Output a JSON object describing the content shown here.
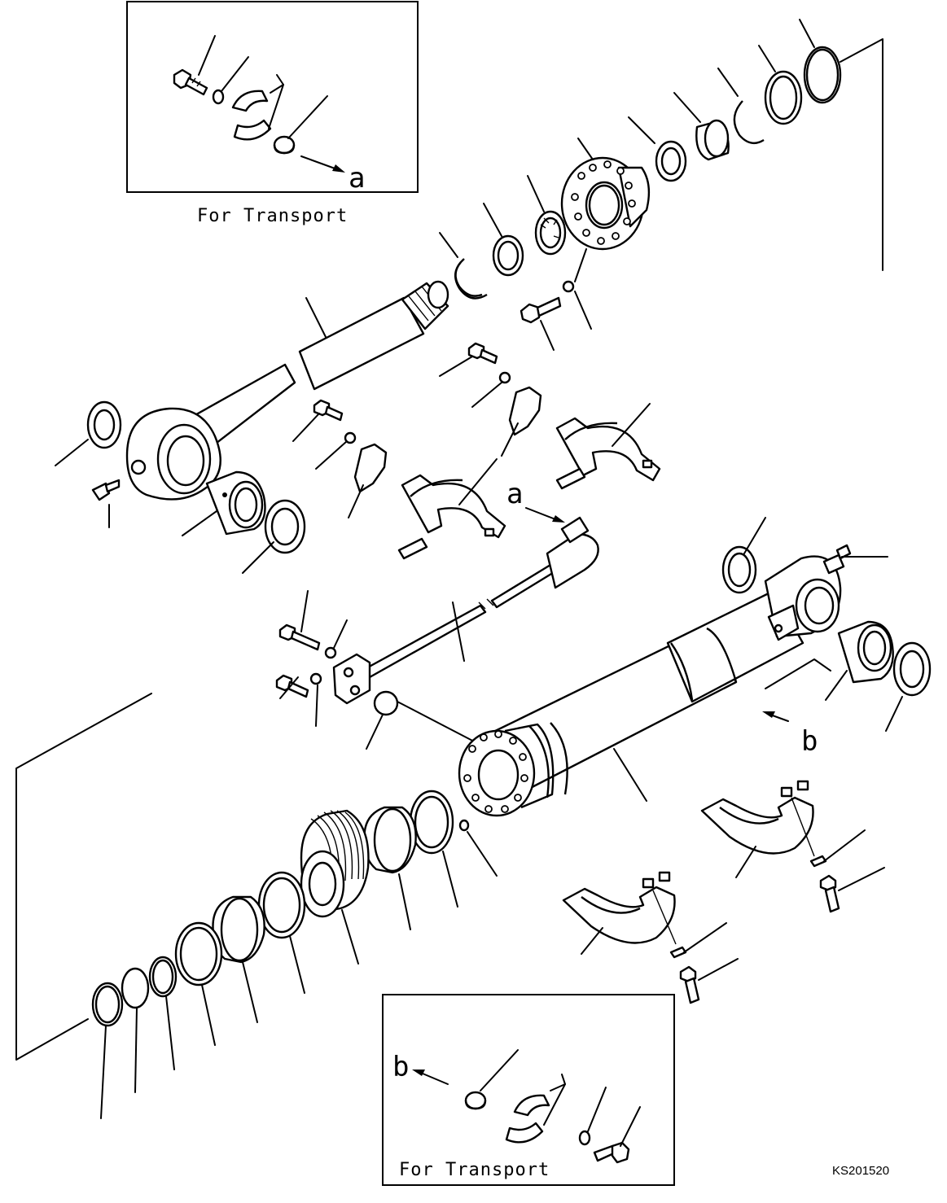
{
  "diagram": {
    "inset_top_label": "For Transport",
    "inset_bottom_label": "For Transport",
    "callout_a_top": "a",
    "callout_a_mid": "a",
    "callout_b_mid": "b",
    "callout_b_bottom": "b",
    "drawing_code": "KS201520"
  }
}
